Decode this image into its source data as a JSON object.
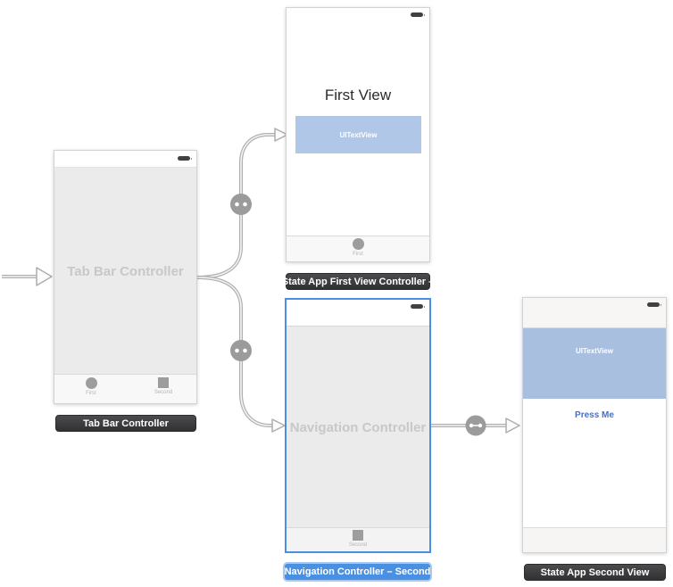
{
  "colors": {
    "selection_blue": "#4a90e2",
    "textview_blue_first": "#b1c7e7",
    "textview_blue_second": "#a8bfe0",
    "dark_badge_bg": "#3c3c3e",
    "segue_gray": "#b0b0b0",
    "press_me_blue": "#3b72de"
  },
  "tab_bar_controller": {
    "title": "Tab Bar Controller",
    "badge_label": "Tab Bar Controller",
    "tab_items": [
      {
        "icon": "circle-icon",
        "label": "First"
      },
      {
        "icon": "square-icon",
        "label": "Second"
      }
    ]
  },
  "first_view_controller": {
    "heading": "First View",
    "textview_text": "UITextView",
    "tab_item_label": "First",
    "badge_label": "State App First View Controller –"
  },
  "navigation_controller": {
    "title": "Navigation Controller",
    "tab_item_label": "Second",
    "badge_label": "Navigation Controller – Second"
  },
  "second_view_controller": {
    "textview_text": "UITextView",
    "button_label": "Press Me",
    "badge_label": "State App Second View"
  }
}
